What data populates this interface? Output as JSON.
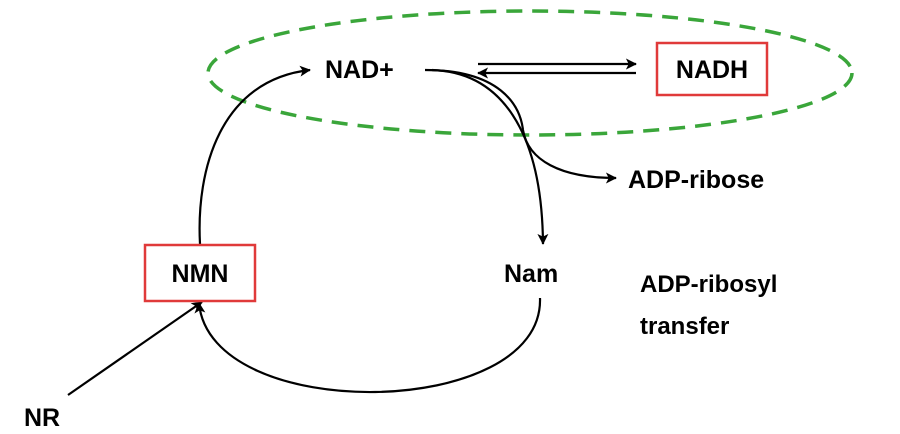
{
  "nodes": {
    "nad_plus": "NAD+",
    "nadh": "NADH",
    "adp_ribose": "ADP-ribose",
    "nmn": "NMN",
    "nam": "Nam",
    "nr": "NR"
  },
  "annotation": {
    "line1": "ADP-ribosyl",
    "line2": "transfer"
  },
  "colors": {
    "highlight_box": "#e03a3a",
    "dashed_ellipse": "#3aa63a",
    "arrows": "#000000"
  }
}
